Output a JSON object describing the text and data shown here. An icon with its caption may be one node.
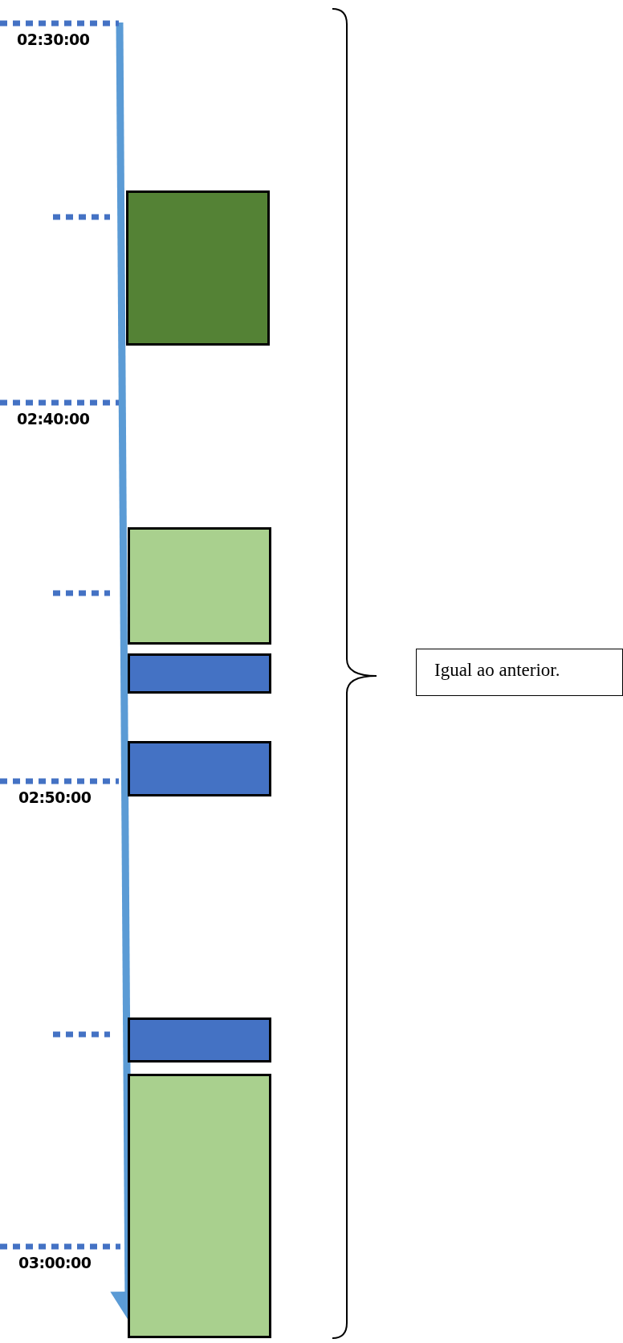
{
  "diagram": {
    "nodes": [
      {
        "text": [],
        "shape": "box"
      },
      {
        "text": [],
        "shape": "box"
      },
      {
        "text": [],
        "shape": "box"
      },
      {
        "text": [],
        "shape": "box"
      },
      {
        "text": [],
        "shape": "box"
      },
      {
        "text": [],
        "shape": "box"
      },
      {
        "text": [
          "Igual ao anterior."
        ]
      }
    ],
    "labels": [
      "02:30:00",
      "02:40:00",
      "02:50:00",
      "03:00:00"
    ]
  }
}
